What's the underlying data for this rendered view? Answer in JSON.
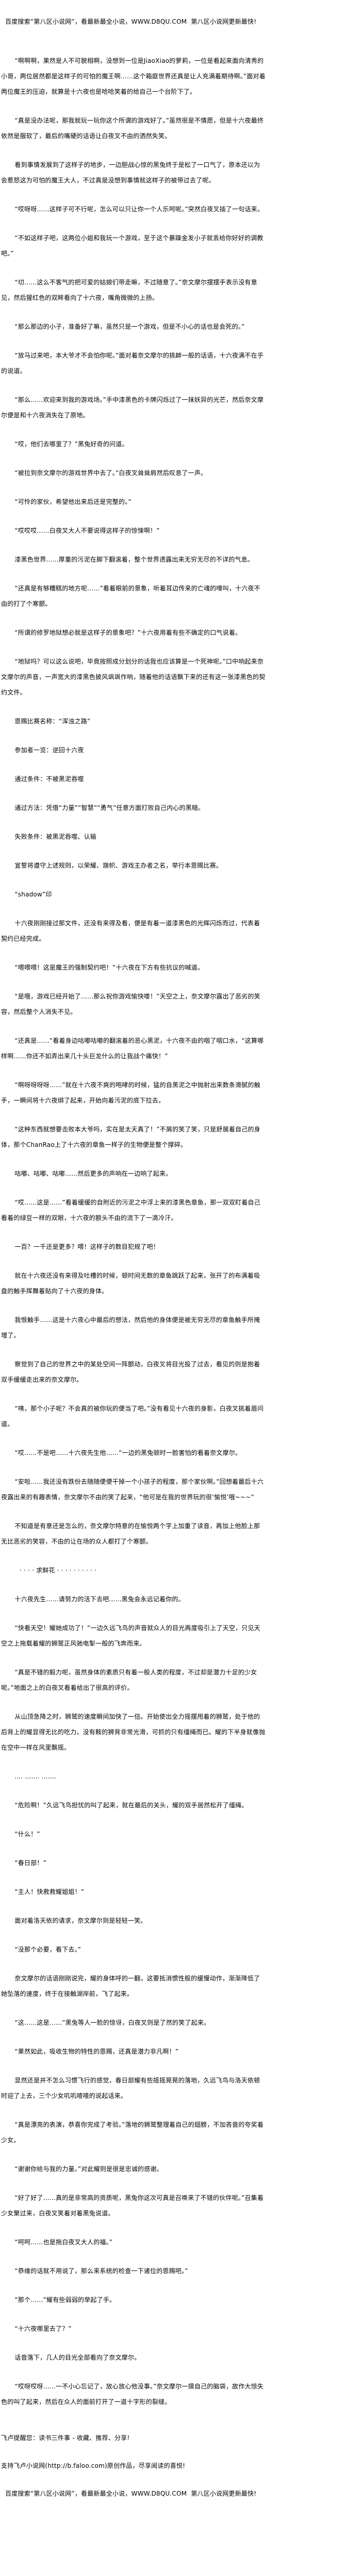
{
  "header": {
    "banner": "百度搜索“第八区小说网”，看最新最全小说，WWW.D8QU.COM  第八区小说网更新最快!"
  },
  "paragraphs": [
    "“啊啊啊，果然是人不可貌相啊，没想到一位是JiaoXiao的萝莉，一位是看起来面向清秀的小哥，两位居然都是这样子的可怕的魔王啊……这个箱庭世界还真是让人充满着期待啊。”面对着两位魔王的压迫，就算是十六夜也是哈哈笑着的给自己一个台阶下了。",
    "“真是没办法呢，那我就玩一玩你这个所谓的游戏好了。”虽然很是不情愿，但是十六夜最终依然是服软了，最后的嘴硬的话语让白夜叉不由的洒然失笑。",
    "看到事情发展到了这样子的地步，一边胆战心惊的黑兔终于是松了一口气了，原本还以为会惹怒这为可怕的魔王大人，不过真是没想到事情就这样子的被带过去了呢。",
    "“哎呀呀……这样子可不行呢，怎么可以只让你一个人乐呵呢。”突然白夜叉插了一句话来。",
    "“不如这样子吧，这两位小姐和我玩一个游戏，至于这个暴躁金发小子就丢给你好好的调教吧。”",
    "“切……这么不客气的把可爱的姑娘们带走嘛，不过随意了。”奈文摩尔摆摆手表示没有意见，然后猩红色的双眸看向了十六夜，嘴角微微的上扬。",
    "“那么那边的小子，准备好了嘛，虽然只是一个游戏，但是不小心的话也是会死的。”",
    "“放马过来吧，本大爷才不会怕你呢。”面对着奈文摩尔的挑衅一般的话语，十六夜满不在乎的说道。",
    "“那么……欢迎来到我的游戏场。”手中漆黑色的卡牌闪烁过了一抹妖异的光芒，然后奈文摩尔便是和十六夜消失在了原地。",
    "“哎，他们去哪里了？”黑兔好奇的问道。",
    "“被拉到奈文摩尔的游戏世界中去了。”白夜叉耸耸肩然后叹息了一声。",
    "“可怜的家伙，希望他出来后还是完整的。”",
    "“哎哎哎……白夜叉大人不要说得这样子的惊悚啊！”",
    "漆黑色世界……厚重的污泥在脚下翻滚着，整个世界透露出来无穷无尽的不详的气息。",
    "“还真是有够糟糕的地方呢……”看着眼前的景象，听着耳边传来的亡魂的嚎叫，十六夜不由的打了个寒颤。",
    "“所谓的修罗地狱想必就是这样子的景象吧？”十六夜用着有些不确定的口气说着。",
    "“地狱吗？可以这么说吧，毕竟按照成分划分的话我也应该算是一个死神呢。”口中响起来奈文摩尔的声音，一声宽大的漆黑色披风飒飒作响，随着他的话语飘下来的还有这一张漆黑色的契约文件。",
    "恩赐比赛名称：“浑浊之路”",
    "参加者一览：逆回十六夜",
    "通过条件：不被黑泥吞噬",
    "通过方法：凭借“力量”“智慧”“勇气”任意方面打败自己内心的黑暗。",
    "失败条件：被黑泥吞噬、认输",
    "宣誓将遵守上述规则，以荣耀、旗帜、游戏主办者之名，举行本恩赐比赛。",
    "“shadow”印",
    "十六夜刚刚接过那文件，还没有来得及看，便是有着一道漆黑色的光辉闪烁而过，代表着契约已经完成。",
    "“喂喂喂！这是魔王的强制契约吧！”十六夜在下方有些抗议的喊道。",
    "“是哦，游戏已经开始了……那么祝你游戏愉快喽！”天空之上，奈文摩尔露出了恶劣的笑容，然后整个人消失不见。",
    "“还真是……”看着身边咕嘟咕嘟的翻滚着的恶心黑泥，十六夜不由的咽了咽口水，“这算哪样啊……你还不如弄出来几十头巨龙什么的让我战个痛快！”",
    "“啊呀呀呀呀……”就在十六夜不爽的咆哮的时候，猛的自黑泥之中抛射出来数条滑腻的触手，一瞬间将十六夜绑了起来，开始向着污泥的底下拉去。",
    "“这种东西就想要击败本大爷吗，实在是太天真了！”不屑的笑了笑，只是舒展着自己的身体，那个ChanRao上了十六夜的章鱼一样子的生物便是整个撑碎。",
    "咕嘟、咕嘟、咕嘟……然后更多的声响在一边响了起来。",
    "“哎……这是……”看着缓缓的自附近的污泥之中浮上来的漆黑色章鱼，那一双双盯着自己看着的绿豆一样的双眼，十六夜的额头不由的流下了一滴冷汗。",
    "一百？一千还是更多？喂！这样子的数目犯规了吧！",
    "就在十六夜还没有来得及吐槽的时候，顿时间无数的章鱼跳跃了起来，张开了的布满着吸盘的触手挥舞着贴向了十六夜的身体。",
    "我恨触手……这是十六夜心中最后的想法，然后他的身体便是被无穷无尽的章鱼触手所掩埋了。",
    "察觉到了自己的世界之中的某处空间一阵颤动，白夜叉将目光投了过去，看见的则是抱着双手缓缓走出来的奈文摩尔。",
    "“咦，那个小子呢？不会真的被你玩的便当了吧。”没有看见十六夜的身影，白夜叉挑着眉问道。",
    "“哎……不是吧……十六夜先生他……”一边的黑兔顿时一脸害怕的看着奈文摩尔。",
    "“安啦……我还没有跌份去随随便便干掉一个小孩子的程度，那个家伙啊。”回想着最后十六夜露出来的有趣表情，奈文摩尔不由的笑了起来，“他可是在我的世界玩的很‘愉悦’哦~~~”",
    "不知道是有意还是怎么的，奈文摩尔特意的在愉悦两个字上加重了读音，再加上他脸上那无比恶劣的笑容，不由的让在场的众人都打了个寒颤。",
    "· · · · 求鲜花 · ·   · · · · · · · ·",
    "十六夜先生……请努力的活下去吧……黑兔会永远记着你的。",
    "“快看天空！耀她成功了！”一边久远飞鸟的声音就众人的目光再度吸引上了天空，只见天空之上拖载着耀的狮鹫正风驰电掣一般的飞奔而来。",
    "“真是不错的毅力呢，虽然身体的素质只有着一般人类的程度，不过却是潜力十足的少女呢。”地面之上的白夜叉看着给出了很高的评价。",
    "从山顶急降之时，狮鹫的速度瞬间加快了一倍。开始使出全力摇摆甩着的狮鹫，处于他的后背上的耀显得无比的吃力。没有鞍的狮背非常光滑，可抓的只有缰绳而已。耀的下半身就像抛在空中一样在风里飘摇。",
    ".... ....... .......",
    "“危险啊！”久远飞鸟担忧的叫了起来，就在最后的关头，耀的双手居然松开了缰绳。",
    "“什么！”",
    "“春日部！”",
    "“主人！快救救耀姐姐！”",
    "面对着洛天依的请求，奈文摩尔则是轻轻一笑。",
    "“没那个必要，看下去。”",
    "奈文摩尔的话语刚刚说完，耀的身体呼的一翻，这要抵消惯性般的缓慢动作，渐渐降低了她坠落的速度，终于在接触湖岸前，飞了起来。",
    "“这……这是……”黑兔等人一脸的惊讶，白夜叉则是了然的笑了起来。",
    "“果然如此，吸收生物的特性的恩赐，还真是潜力非凡啊！”",
    "显然还是并不怎么习惯飞行的感觉，春日部耀有些摇摇晃晃的落地，久远飞鸟与洛天依顿时迎了上去，三个少女叽叽喳喳的说起话来。",
    "“真是漂亮的表演，恭喜你完成了考验。”落地的狮鹫整理着自己的翅膀，不加吝啬的夸奖着少女。",
    "“谢谢你给与我的力量。”对此耀则是很是忠诚的感谢。",
    "“好了好了……真的是非常高的资质呢，黑兔你这次可真是召唤来了不错的伙伴呢。”召集着少女聚过来，白夜叉笑着对着黑兔说道。",
    "“呵呵……也是拖白夜叉大人的福。”",
    "“恭维的话就不用说了，那么来系统的检查一下诸位的恩赐吧。”",
    "“那个……”耀有些弱弱的举起了手。",
    "“十六夜哪里去了？”",
    "话音落下，几人的目光全部看向了奈文摩尔。",
    "“哎呀哎呀……一不小心忘记了，放心放心他没事。”奈文摩尔一摸自己的脑袋，故作大惊失色的叫了起来，然后在众人的面前打开了一道十字形的裂缝。"
  ],
  "footer": {
    "reminder": "飞卢提醒您：读书三件事 - 收藏、推荐、分享!",
    "support": "支持飞卢小说网(http://b.faloo.com)原创作品，尽享阅读的喜悦!",
    "banner": "百度搜索“第八区小说网”，看最新最全小说，WWW.D8QU.COM  第八区小说网更新最快!"
  }
}
